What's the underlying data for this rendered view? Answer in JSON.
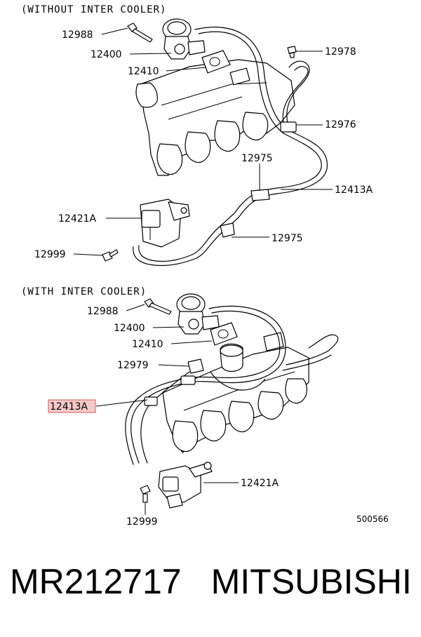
{
  "sections": {
    "without": "(WITHOUT  INTER  COOLER)",
    "with": "(WITH  INTER  COOLER)"
  },
  "top_labels": {
    "p12988": "12988",
    "p12400": "12400",
    "p12410": "12410",
    "p12978": "12978",
    "p12976": "12976",
    "p12975a": "12975",
    "p12413A": "12413A",
    "p12421A": "12421A",
    "p12975b": "12975",
    "p12999": "12999"
  },
  "bottom_labels": {
    "p12988": "12988",
    "p12400": "12400",
    "p12410": "12410",
    "p12979": "12979",
    "p12413A": "12413A",
    "p12421A": "12421A",
    "p12999": "12999"
  },
  "ref_number": "500566",
  "footer": {
    "part_number": "MR212717",
    "brand": "MITSUBISHI"
  }
}
